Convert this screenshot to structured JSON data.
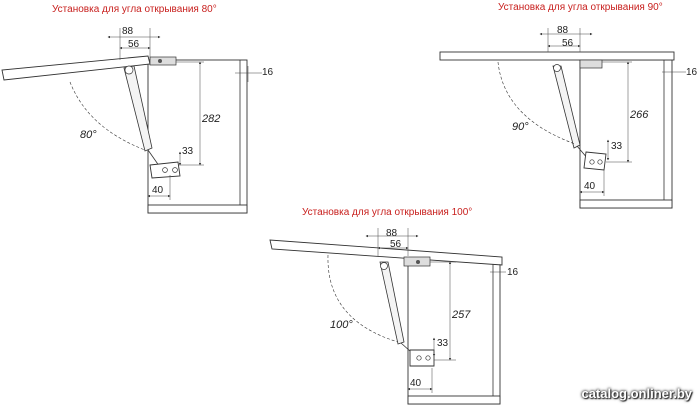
{
  "diagrams": [
    {
      "title": "Установка для угла открывания 80°",
      "angle": "80°",
      "width_top": "88",
      "width_mid": "56",
      "height": "282",
      "offset_small": "33",
      "offset_bottom": "40",
      "thickness": "16"
    },
    {
      "title": "Установка для угла открывания 90°",
      "angle": "90°",
      "width_top": "88",
      "width_mid": "56",
      "height": "266",
      "offset_small": "33",
      "offset_bottom": "40",
      "thickness": "16"
    },
    {
      "title": "Установка для угла открывания 100°",
      "angle": "100°",
      "width_top": "88",
      "width_mid": "56",
      "height": "257",
      "offset_small": "33",
      "offset_bottom": "40",
      "thickness": "16"
    }
  ],
  "watermark": "catalog.onliner.by"
}
